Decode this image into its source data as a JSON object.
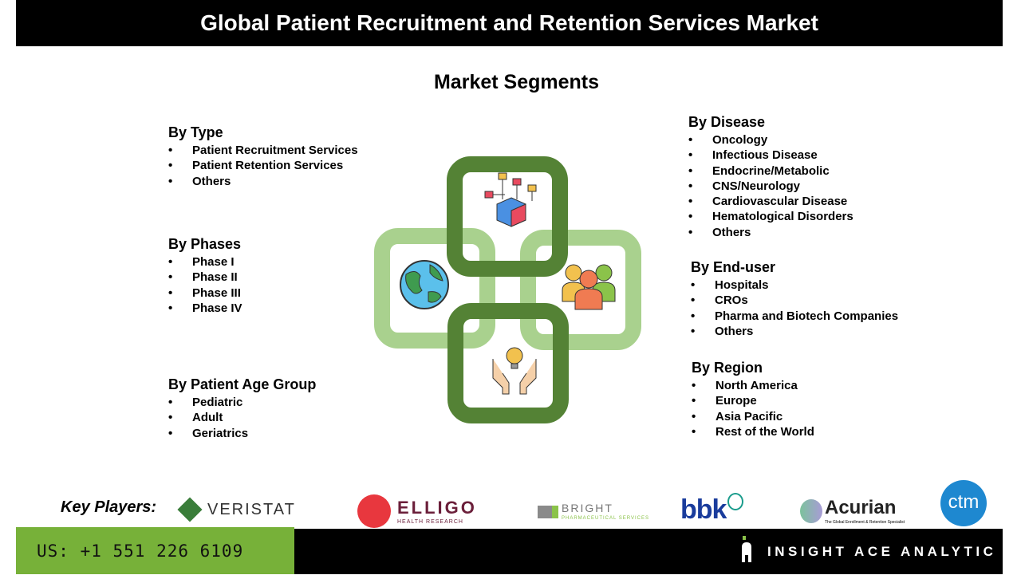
{
  "title": "Global Patient Recruitment and Retention Services Market",
  "subtitle": "Market Segments",
  "segments": {
    "type": {
      "heading": "By Type",
      "items": [
        "Patient Recruitment Services",
        "Patient Retention Services",
        "Others"
      ]
    },
    "phases": {
      "heading": "By Phases",
      "items": [
        "Phase I",
        "Phase II",
        "Phase III",
        "Phase IV"
      ]
    },
    "age": {
      "heading": "By Patient Age Group",
      "items": [
        "Pediatric",
        "Adult",
        "Geriatrics"
      ]
    },
    "disease": {
      "heading": "By Disease",
      "items": [
        "Oncology",
        "Infectious Disease",
        "Endocrine/Metabolic",
        "CNS/Neurology",
        "Cardiovascular Disease",
        "Hematological Disorders",
        "Others"
      ]
    },
    "enduser": {
      "heading": "By End-user",
      "items": [
        "Hospitals",
        "CROs",
        "Pharma and Biotech Companies",
        "Others"
      ]
    },
    "region": {
      "heading": "By Region",
      "items": [
        "North America",
        "Europe",
        "Asia Pacific",
        "Rest of the World"
      ]
    }
  },
  "key_players_label": "Key Players:",
  "players": {
    "veristat": "VERISTAT",
    "elligo": "ELLIGO",
    "elligo_sub": "HEALTH RESEARCH",
    "bright": "BRIGHT",
    "bright_sub": "PHARMACEUTICAL SERVICES",
    "bbk": "bbk",
    "acurian": "Acurian",
    "acurian_sub": "The Global Enrollment & Retention Specialist",
    "ctm": "ctm"
  },
  "phone": "US: +1 551 226 6109",
  "brand": "INSIGHT ACE ANALYTIC",
  "colors": {
    "dark_green": "#548235",
    "light_green": "#a9d18e",
    "phone_bar": "#77b139"
  }
}
